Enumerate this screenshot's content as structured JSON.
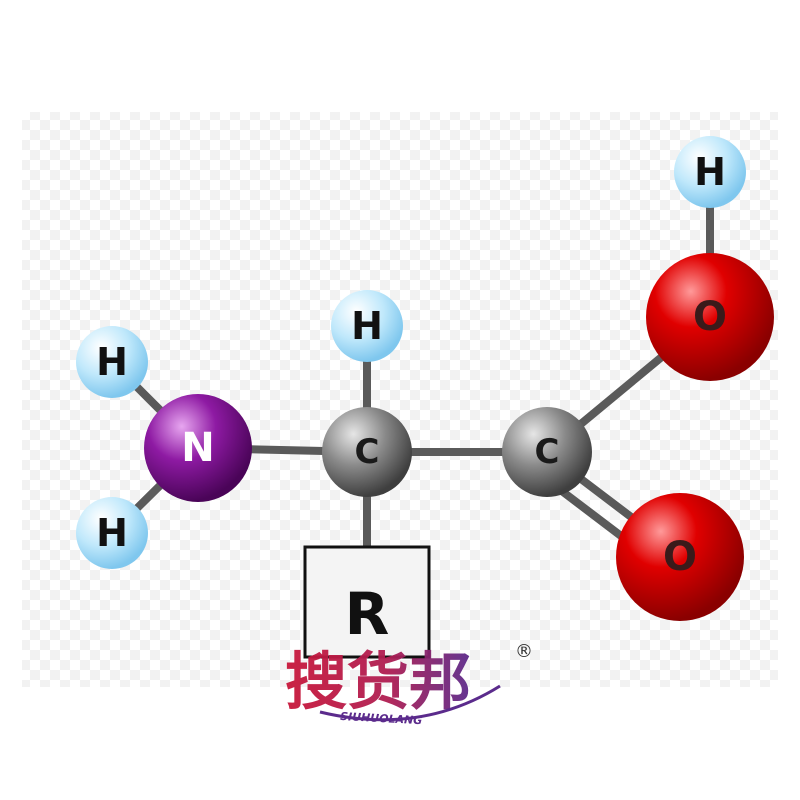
{
  "atoms": {
    "h_left_top": "H",
    "n": "N",
    "h_left_bottom": "H",
    "c_alpha": "C",
    "h_alpha": "H",
    "c_carboxyl": "C",
    "o_hydroxyl": "O",
    "h_hydroxyl": "H",
    "o_carbonyl": "O"
  },
  "side_chain": {
    "label": "R"
  },
  "watermark": {
    "brand": "搜货邦",
    "registered": "®",
    "latin": "SIUHUOLANG"
  },
  "colors": {
    "hydrogen": "#9fd9f6",
    "nitrogen": "#7a0a8e",
    "carbon": "#7f7f7f",
    "oxygen": "#d40000",
    "bond": "#5a5a5a",
    "brand_red": "#c8173a",
    "brand_purple": "#5b2b8c"
  }
}
